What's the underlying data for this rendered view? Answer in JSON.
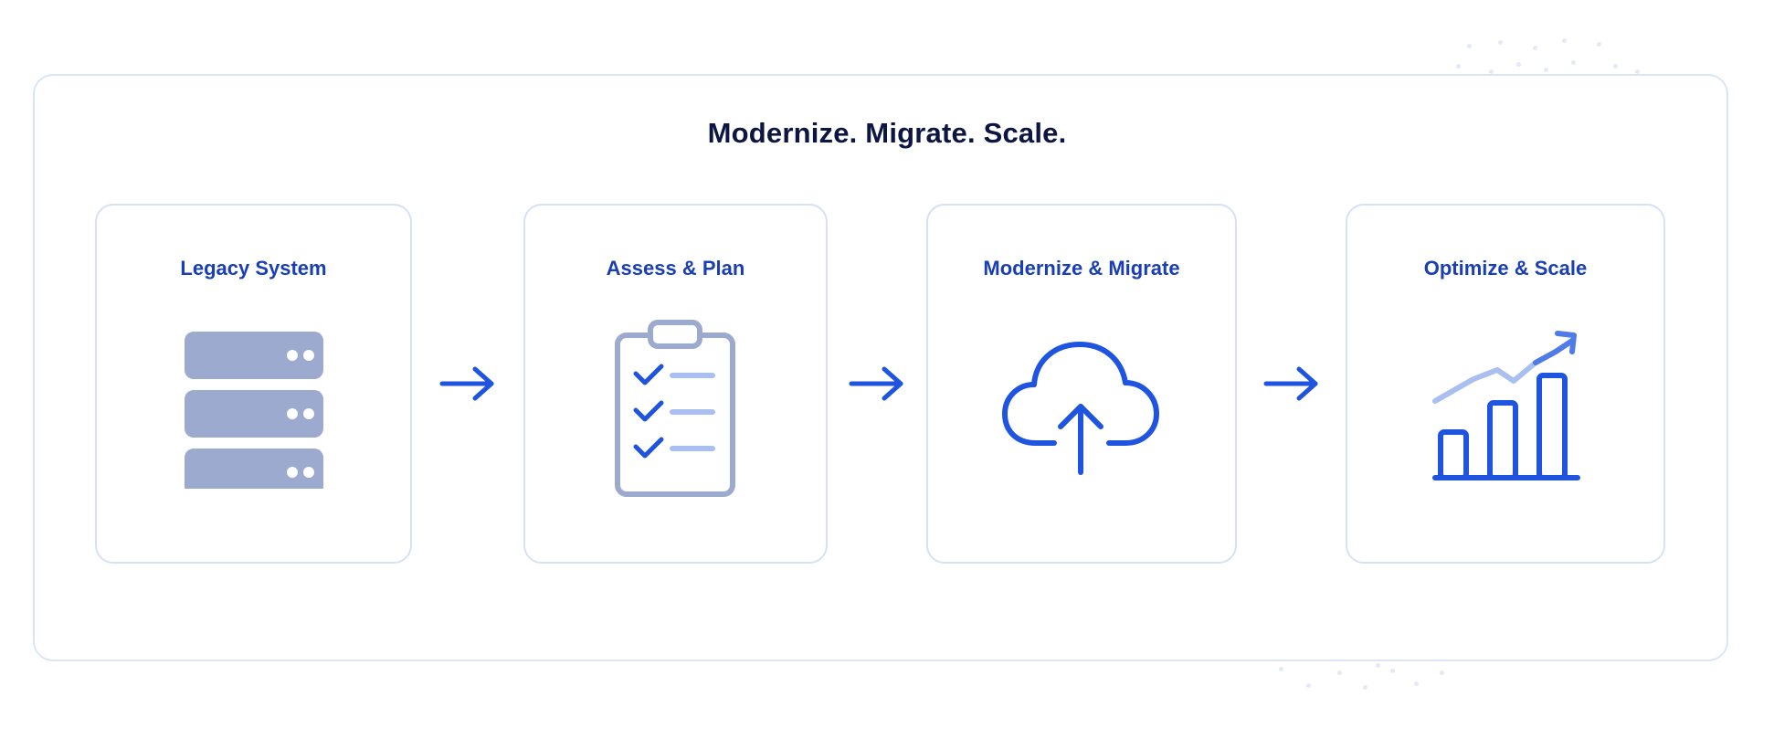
{
  "title": "Modernize. Migrate. Scale.",
  "colors": {
    "accent": "#1f54e0",
    "label": "#1a3fb5",
    "title": "#0d1642",
    "muted": "#9daacf",
    "light_accent": "#a8bff0",
    "border": "#d6e1f6"
  },
  "steps": [
    {
      "label": "Legacy System",
      "icon": "server-stack-icon"
    },
    {
      "label": "Assess & Plan",
      "icon": "clipboard-checklist-icon"
    },
    {
      "label": "Modernize & Migrate",
      "icon": "cloud-upload-icon"
    },
    {
      "label": "Optimize & Scale",
      "icon": "growth-bar-chart-icon"
    }
  ],
  "connectors": [
    "arrow-right-icon",
    "arrow-right-icon",
    "arrow-right-icon"
  ]
}
